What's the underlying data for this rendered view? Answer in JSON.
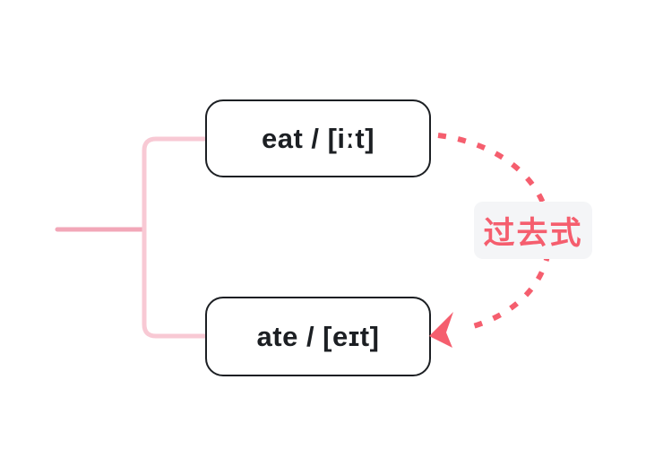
{
  "diagram": {
    "nodes": [
      {
        "id": "eat",
        "label": "eat / [iːt]"
      },
      {
        "id": "ate",
        "label": "ate / [eɪt]"
      }
    ],
    "edge": {
      "label": "过去式",
      "from": "eat",
      "to": "ate",
      "style": "dashed"
    },
    "colors": {
      "stem_line": "#F2A7B8",
      "branch_line": "#F8C9D4",
      "arc_line": "#F55E6E",
      "arrowhead": "#F55E6E",
      "edge_label_text": "#F55E6E",
      "edge_label_bg": "#F4F5F7",
      "node_bg": "#FFFFFF",
      "node_border": "#1C1F23",
      "node_text": "#1C1F23",
      "canvas_bg": "#FFFFFF"
    }
  }
}
